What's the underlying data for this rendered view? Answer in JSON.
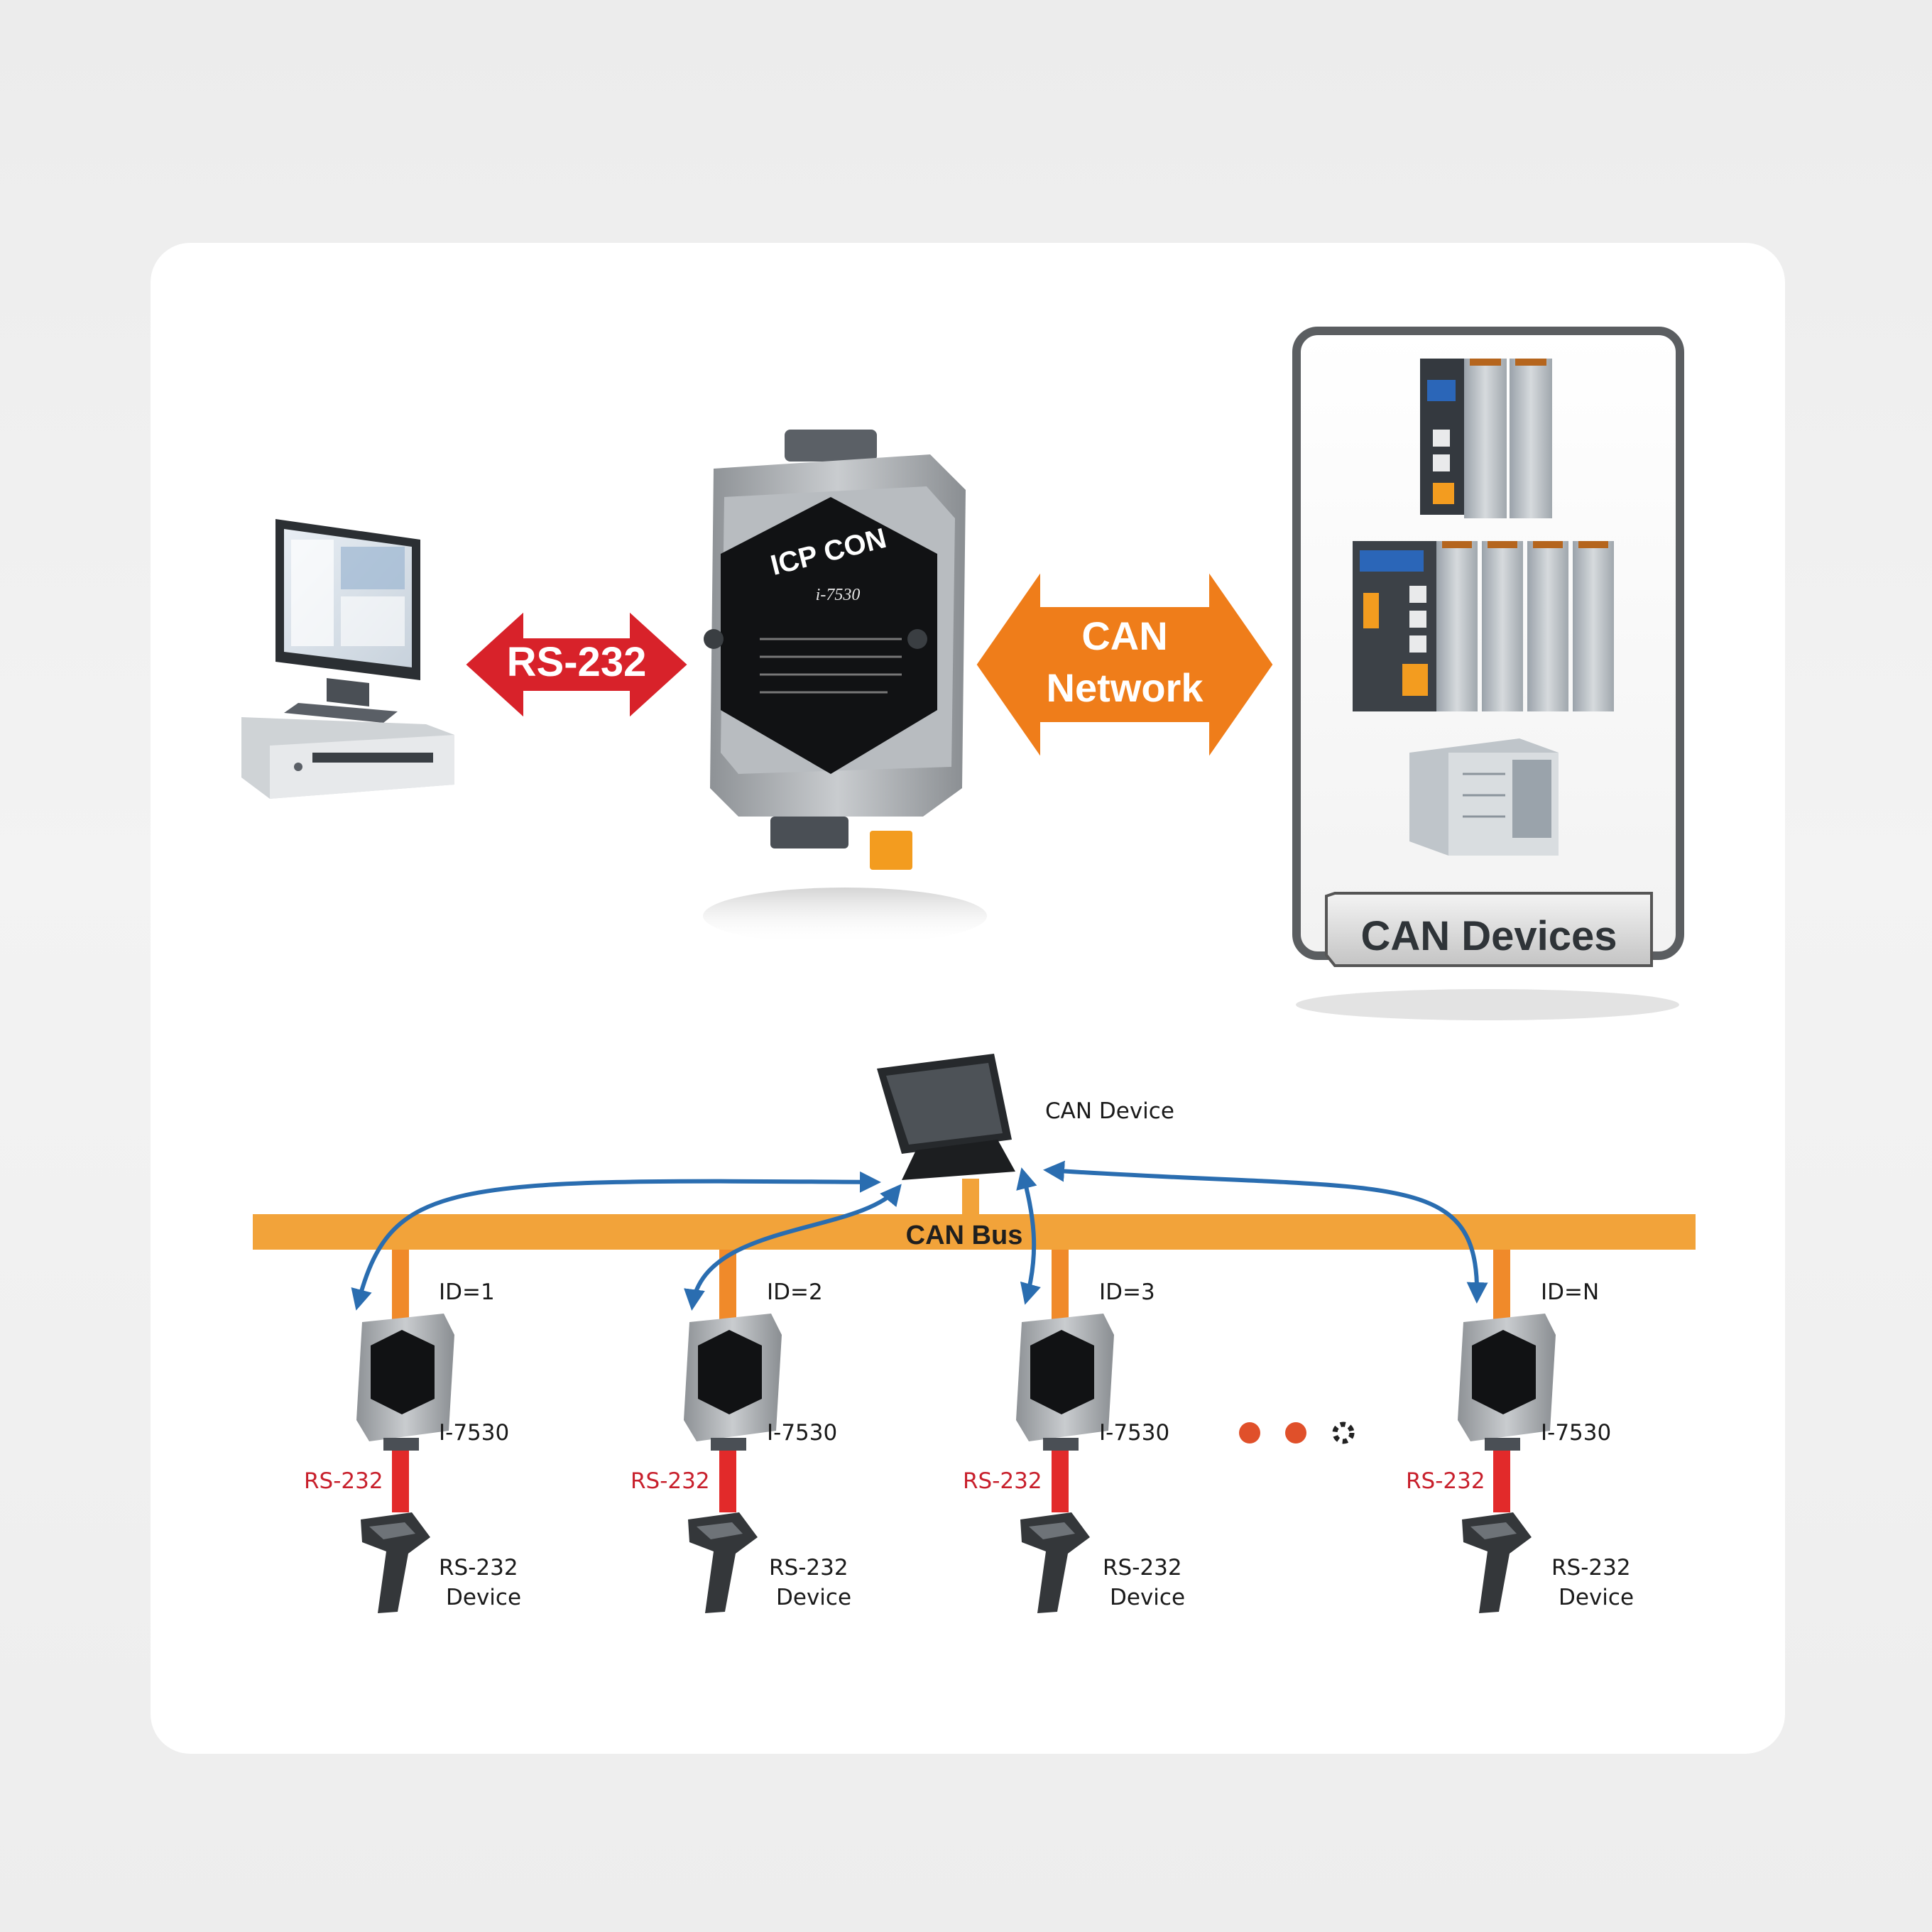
{
  "top": {
    "rs232_arrow_label": "RS-232",
    "can_arrow_label_line1": "CAN",
    "can_arrow_label_line2": "Network",
    "can_devices_title": "CAN Devices",
    "converter_brand": "ICP CON",
    "converter_model": "i-7530"
  },
  "bottom": {
    "can_device_label": "CAN Device",
    "can_bus_label": "CAN Bus",
    "nodes": [
      {
        "id_label": "ID=1",
        "module_label": "I-7530",
        "link_label": "RS-232",
        "device_line1": "RS-232",
        "device_line2": "Device"
      },
      {
        "id_label": "ID=2",
        "module_label": "I-7530",
        "link_label": "RS-232",
        "device_line1": "RS-232",
        "device_line2": "Device"
      },
      {
        "id_label": "ID=3",
        "module_label": "I-7530",
        "link_label": "RS-232",
        "device_line1": "RS-232",
        "device_line2": "Device"
      },
      {
        "id_label": "ID=N",
        "module_label": "I-7530",
        "link_label": "RS-232",
        "device_line1": "RS-232",
        "device_line2": "Device"
      }
    ]
  },
  "colors": {
    "red_arrow": "#d8222a",
    "orange_arrow": "#ef7d1a",
    "can_bus": "#f2a33a",
    "rs232_link": "#e22a2a",
    "flow_arrow": "#2a6db0",
    "label_red": "#c8202c"
  }
}
